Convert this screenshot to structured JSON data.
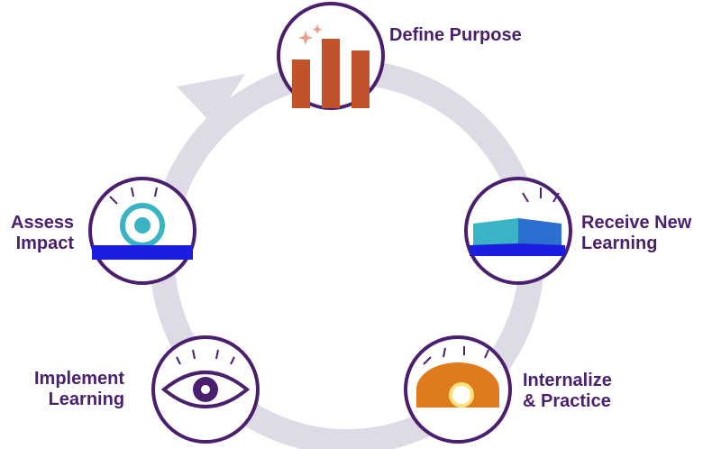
{
  "stages": [
    {
      "label": "Define Purpose",
      "icon": "bar-chart-icon"
    },
    {
      "label": "Receive New\nLearning",
      "icon": "book-icon"
    },
    {
      "label": "Internalize\n& Practice",
      "icon": "head-gear-icon"
    },
    {
      "label": "Implement\nLearning",
      "icon": "eye-gear-icon"
    },
    {
      "label": "Assess\nImpact",
      "icon": "target-icon"
    }
  ],
  "colors": {
    "ring": "#dedbe6",
    "circle_border": "#4a1f6e",
    "label": "#4a1f6e",
    "bars": "#c2522a",
    "sparkle": "#e8a08a",
    "gear": "#4a1f6e",
    "accent_orange": "#e07a1f",
    "accent_teal": "#3ab3c4"
  }
}
